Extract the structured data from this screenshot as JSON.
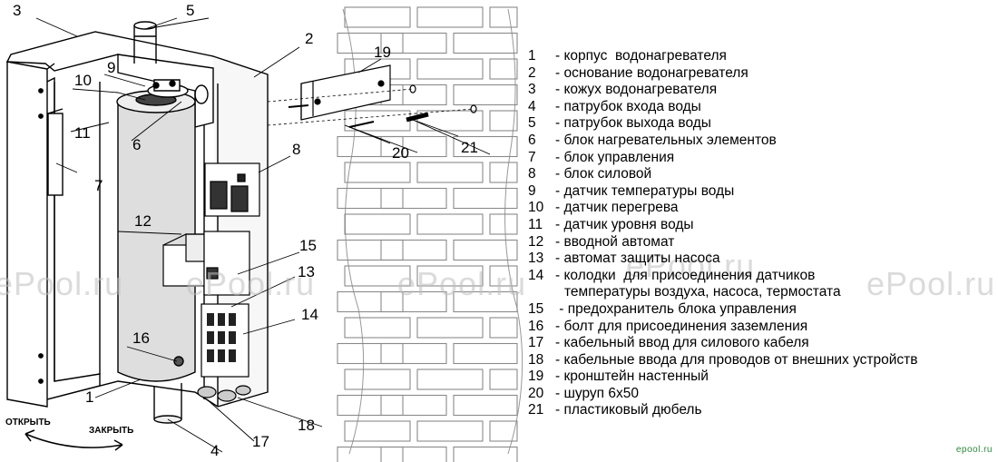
{
  "callouts": {
    "n1": "1",
    "n2": "2",
    "n3": "3",
    "n4": "4",
    "n5": "5",
    "n6": "6",
    "n7": "7",
    "n8": "8",
    "n9": "9",
    "n10": "10",
    "n11": "11",
    "n12": "12",
    "n13": "13",
    "n14": "14",
    "n15": "15",
    "n16": "16",
    "n17": "17",
    "n18": "18",
    "n19": "19",
    "n20": "20",
    "n21": "21"
  },
  "actions": {
    "open": "ОТКРЫТЬ",
    "close": "ЗАКРЫТЬ"
  },
  "legend": [
    {
      "num": "1",
      "text": "- корпус  водонагревателя"
    },
    {
      "num": "2",
      "text": "- основание водонагревателя"
    },
    {
      "num": "3",
      "text": "- кожух водонагревателя"
    },
    {
      "num": "4",
      "text": "- патрубок входа воды"
    },
    {
      "num": "5",
      "text": "- патрубок выхода воды"
    },
    {
      "num": "6",
      "text": "- блок нагревательных элементов"
    },
    {
      "num": "7",
      "text": "- блок управления"
    },
    {
      "num": "8",
      "text": "- блок силовой"
    },
    {
      "num": "9",
      "text": "- датчик температуры воды"
    },
    {
      "num": "10",
      "text": "- датчик перегрева"
    },
    {
      "num": "11",
      "text": "- датчик уровня воды"
    },
    {
      "num": "12",
      "text": "- вводной автомат"
    },
    {
      "num": "13",
      "text": "- автомат защиты насоса"
    },
    {
      "num": "14",
      "text": "- колодки  для присоединения датчиков"
    },
    {
      "num": "",
      "text": "температуры воздуха, насоса, термостата",
      "continuation": true
    },
    {
      "num": "15",
      "text": " - предохранитель блока управления"
    },
    {
      "num": "16",
      "text": "- болт для присоединения заземления"
    },
    {
      "num": "17",
      "text": "- кабельный ввод для силового кабеля"
    },
    {
      "num": "18",
      "text": "- кабельные ввода для проводов от внешних устройств"
    },
    {
      "num": "19",
      "text": "- кронштейн настенный"
    },
    {
      "num": "20",
      "text": "- шуруп 6х50"
    },
    {
      "num": "21",
      "text": "- пластиковый дюбель"
    }
  ],
  "watermark": "ePool.ru",
  "logo": "epool.ru"
}
